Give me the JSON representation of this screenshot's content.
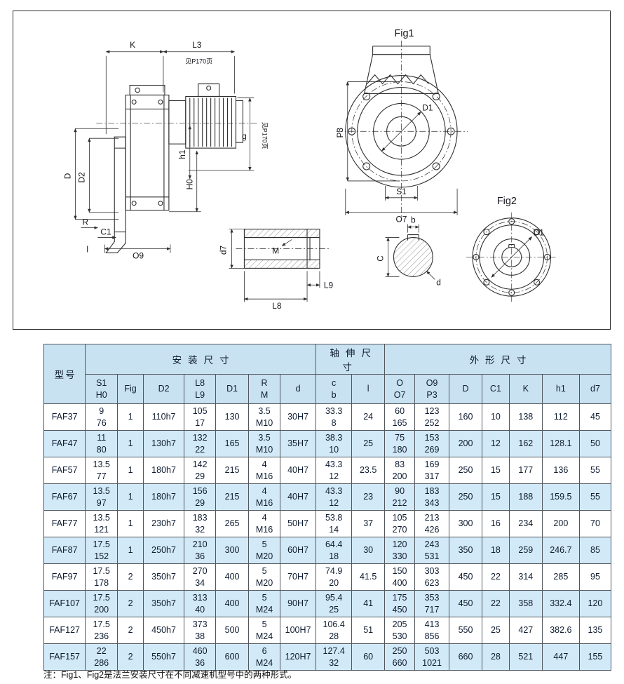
{
  "figure": {
    "fig1_label": "Fig1",
    "fig2_label": "Fig2",
    "see_page_note": "见P170页",
    "dim_labels": {
      "K": "K",
      "L3": "L3",
      "D": "D",
      "D2": "D2",
      "R": "R",
      "C1": "C1",
      "l_side": "l",
      "O9": "O9",
      "H0": "H0",
      "h1": "h1",
      "g": "g",
      "P3": "P3",
      "D1": "D1",
      "S1": "S1",
      "O7": "O7",
      "d7": "d7",
      "M": "M",
      "L8": "L8",
      "L9": "L9",
      "b": "b",
      "C": "C",
      "d": "d"
    }
  },
  "table": {
    "model_header": "型号",
    "groups": [
      {
        "label": "安装尺寸",
        "span": 7
      },
      {
        "label": "轴伸尺寸",
        "span": 2
      },
      {
        "label": "外形尺寸",
        "span": 7
      }
    ],
    "columns": [
      [
        "S1",
        "H0"
      ],
      [
        "Fig"
      ],
      [
        "D2"
      ],
      [
        "L8",
        "L9"
      ],
      [
        "D1"
      ],
      [
        "R",
        "M"
      ],
      [
        "d"
      ],
      [
        "c",
        "b"
      ],
      [
        "l"
      ],
      [
        "O",
        "O7"
      ],
      [
        "O9",
        "P3"
      ],
      [
        "D"
      ],
      [
        "C1"
      ],
      [
        "K"
      ],
      [
        "h1"
      ],
      [
        "d7"
      ]
    ],
    "rows": [
      {
        "model": "FAF37",
        "cells": [
          [
            "9",
            "76"
          ],
          [
            "1"
          ],
          [
            "110h7"
          ],
          [
            "105",
            "17"
          ],
          [
            "130"
          ],
          [
            "3.5",
            "M10"
          ],
          [
            "30H7"
          ],
          [
            "33.3",
            "8"
          ],
          [
            "24"
          ],
          [
            "60",
            "165"
          ],
          [
            "123",
            "252"
          ],
          [
            "160"
          ],
          [
            "10"
          ],
          [
            "138"
          ],
          [
            "112"
          ],
          [
            "45"
          ]
        ]
      },
      {
        "model": "FAF47",
        "cells": [
          [
            "11",
            "80"
          ],
          [
            "1"
          ],
          [
            "130h7"
          ],
          [
            "132",
            "22"
          ],
          [
            "165"
          ],
          [
            "3.5",
            "M10"
          ],
          [
            "35H7"
          ],
          [
            "38.3",
            "10"
          ],
          [
            "25"
          ],
          [
            "75",
            "180"
          ],
          [
            "153",
            "269"
          ],
          [
            "200"
          ],
          [
            "12"
          ],
          [
            "162"
          ],
          [
            "128.1"
          ],
          [
            "50"
          ]
        ]
      },
      {
        "model": "FAF57",
        "cells": [
          [
            "13.5",
            "77"
          ],
          [
            "1"
          ],
          [
            "180h7"
          ],
          [
            "142",
            "29"
          ],
          [
            "215"
          ],
          [
            "4",
            "M16"
          ],
          [
            "40H7"
          ],
          [
            "43.3",
            "12"
          ],
          [
            "23.5"
          ],
          [
            "83",
            "200"
          ],
          [
            "169",
            "317"
          ],
          [
            "250"
          ],
          [
            "15"
          ],
          [
            "177"
          ],
          [
            "136"
          ],
          [
            "55"
          ]
        ]
      },
      {
        "model": "FAF67",
        "cells": [
          [
            "13.5",
            "97"
          ],
          [
            "1"
          ],
          [
            "180h7"
          ],
          [
            "156",
            "29"
          ],
          [
            "215"
          ],
          [
            "4",
            "M16"
          ],
          [
            "40H7"
          ],
          [
            "43.3",
            "12"
          ],
          [
            "23"
          ],
          [
            "90",
            "212"
          ],
          [
            "183",
            "343"
          ],
          [
            "250"
          ],
          [
            "15"
          ],
          [
            "188"
          ],
          [
            "159.5"
          ],
          [
            "55"
          ]
        ]
      },
      {
        "model": "FAF77",
        "cells": [
          [
            "13.5",
            "121"
          ],
          [
            "1"
          ],
          [
            "230h7"
          ],
          [
            "183",
            "32"
          ],
          [
            "265"
          ],
          [
            "4",
            "M16"
          ],
          [
            "50H7"
          ],
          [
            "53.8",
            "14"
          ],
          [
            "37"
          ],
          [
            "105",
            "270"
          ],
          [
            "213",
            "426"
          ],
          [
            "300"
          ],
          [
            "16"
          ],
          [
            "234"
          ],
          [
            "200"
          ],
          [
            "70"
          ]
        ]
      },
      {
        "model": "FAF87",
        "cells": [
          [
            "17.5",
            "152"
          ],
          [
            "1"
          ],
          [
            "250h7"
          ],
          [
            "210",
            "36"
          ],
          [
            "300"
          ],
          [
            "5",
            "M20"
          ],
          [
            "60H7"
          ],
          [
            "64.4",
            "18"
          ],
          [
            "30"
          ],
          [
            "120",
            "330"
          ],
          [
            "243",
            "531"
          ],
          [
            "350"
          ],
          [
            "18"
          ],
          [
            "259"
          ],
          [
            "246.7"
          ],
          [
            "85"
          ]
        ]
      },
      {
        "model": "FAF97",
        "cells": [
          [
            "17.5",
            "178"
          ],
          [
            "2"
          ],
          [
            "350h7"
          ],
          [
            "270",
            "34"
          ],
          [
            "400"
          ],
          [
            "5",
            "M20"
          ],
          [
            "70H7"
          ],
          [
            "74.9",
            "20"
          ],
          [
            "41.5"
          ],
          [
            "150",
            "400"
          ],
          [
            "303",
            "623"
          ],
          [
            "450"
          ],
          [
            "22"
          ],
          [
            "314"
          ],
          [
            "285"
          ],
          [
            "95"
          ]
        ]
      },
      {
        "model": "FAF107",
        "cells": [
          [
            "17.5",
            "200"
          ],
          [
            "2"
          ],
          [
            "350h7"
          ],
          [
            "313",
            "40"
          ],
          [
            "400"
          ],
          [
            "5",
            "M24"
          ],
          [
            "90H7"
          ],
          [
            "95.4",
            "25"
          ],
          [
            "41"
          ],
          [
            "175",
            "450"
          ],
          [
            "353",
            "717"
          ],
          [
            "450"
          ],
          [
            "22"
          ],
          [
            "358"
          ],
          [
            "332.4"
          ],
          [
            "120"
          ]
        ]
      },
      {
        "model": "FAF127",
        "cells": [
          [
            "17.5",
            "236"
          ],
          [
            "2"
          ],
          [
            "450h7"
          ],
          [
            "373",
            "38"
          ],
          [
            "500"
          ],
          [
            "5",
            "M24"
          ],
          [
            "100H7"
          ],
          [
            "106.4",
            "28"
          ],
          [
            "51"
          ],
          [
            "205",
            "530"
          ],
          [
            "413",
            "856"
          ],
          [
            "550"
          ],
          [
            "25"
          ],
          [
            "427"
          ],
          [
            "382.6"
          ],
          [
            "135"
          ]
        ]
      },
      {
        "model": "FAF157",
        "cells": [
          [
            "22",
            "286"
          ],
          [
            "2"
          ],
          [
            "550h7"
          ],
          [
            "460",
            "36"
          ],
          [
            "600"
          ],
          [
            "6",
            "M24"
          ],
          [
            "120H7"
          ],
          [
            "127.4",
            "32"
          ],
          [
            "60"
          ],
          [
            "250",
            "660"
          ],
          [
            "503",
            "1021"
          ],
          [
            "660"
          ],
          [
            "28"
          ],
          [
            "521"
          ],
          [
            "447"
          ],
          [
            "155"
          ]
        ]
      }
    ]
  },
  "footnote": "注：Fig1、Fig2是法兰安装尺寸在不同减速机型号中的两种形式。"
}
